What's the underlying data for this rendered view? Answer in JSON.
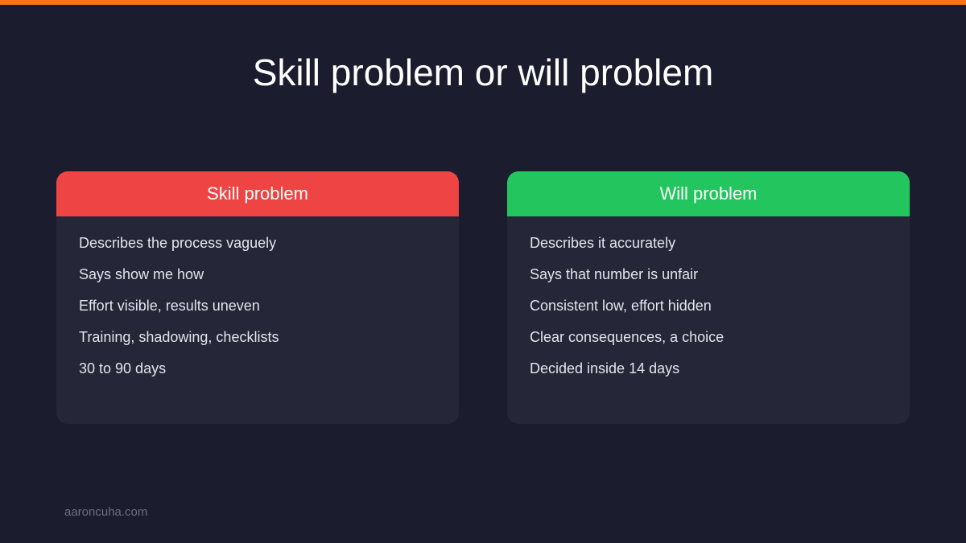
{
  "slide": {
    "title": "Skill problem or will problem",
    "accent_color": "#f97316",
    "background_color": "#1b1c2d"
  },
  "columns": [
    {
      "header": "Skill problem",
      "header_color": "#ef4444",
      "items": [
        "Describes the process vaguely",
        "Says show me how",
        "Effort visible, results uneven",
        "Training, shadowing, checklists",
        "30 to 90 days"
      ]
    },
    {
      "header": "Will problem",
      "header_color": "#22c55e",
      "items": [
        "Describes it accurately",
        "Says that number is unfair",
        "Consistent low, effort hidden",
        "Clear consequences, a choice",
        "Decided inside 14 days"
      ]
    }
  ],
  "footer": {
    "text": "aaroncuha.com"
  }
}
